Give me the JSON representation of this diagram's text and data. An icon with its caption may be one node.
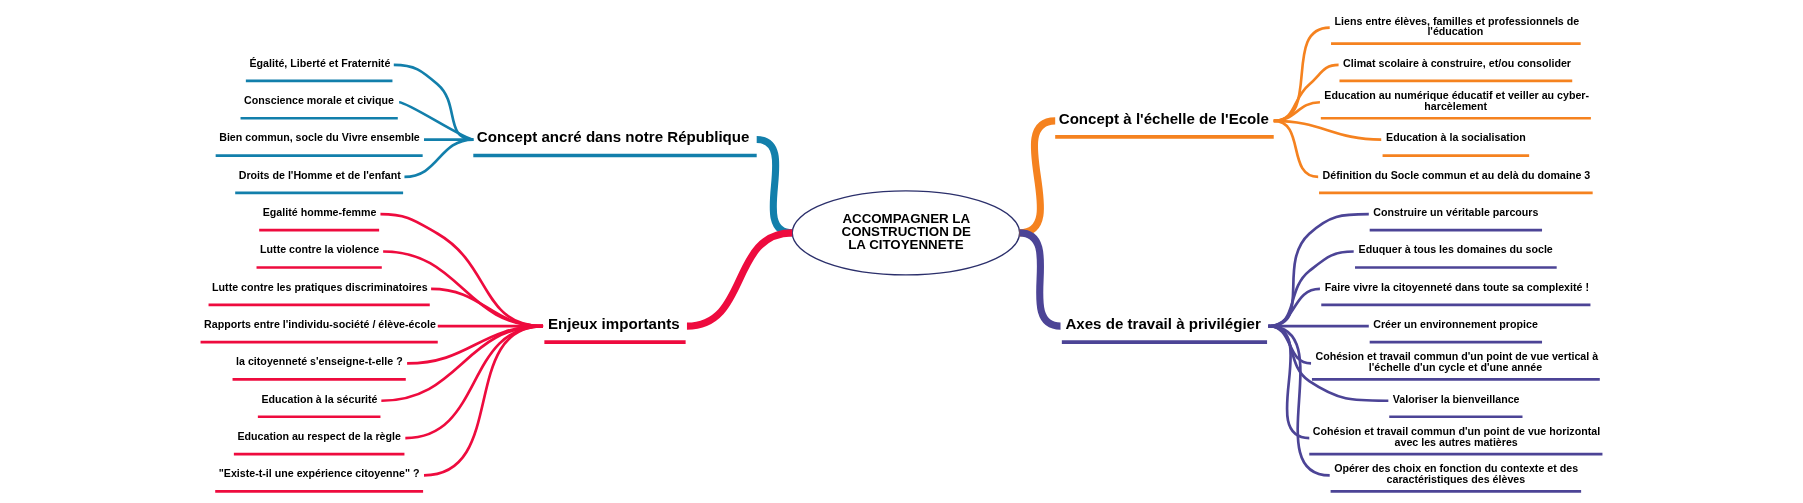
{
  "diagram": {
    "nodes": [
      {
        "text": [
          "ACCOMPAGNER LA CONSTRUCTION DE LA CITOYENNETE"
        ]
      },
      {
        "text": [
          "Concept ancré dans notre République"
        ]
      },
      {
        "text": [
          "Égalité, Liberté et Fraternité"
        ]
      },
      {
        "text": [
          "Conscience morale et civique"
        ]
      },
      {
        "text": [
          "Bien commun, socle du Vivre ensemble"
        ]
      },
      {
        "text": [
          "Droits de l'Homme et de l'enfant"
        ]
      },
      {
        "text": [
          "Concept à l'échelle de l'Ecole"
        ]
      },
      {
        "text": [
          "Liens entre élèves, familles et professionnels de l'éducation"
        ]
      },
      {
        "text": [
          "Climat scolaire à construire, et/ou consolider"
        ]
      },
      {
        "text": [
          "Education au numérique éducatif et veiller au cyber-harcèlement"
        ]
      },
      {
        "text": [
          "Education à la socialisation"
        ]
      },
      {
        "text": [
          "Définition du Socle commun et au delà du domaine 3"
        ]
      },
      {
        "text": [
          "Enjeux importants"
        ]
      },
      {
        "text": [
          "Egalité homme-femme"
        ]
      },
      {
        "text": [
          "Lutte contre la violence"
        ]
      },
      {
        "text": [
          "Lutte contre les pratiques discriminatoires"
        ]
      },
      {
        "text": [
          "Rapports entre l'individu-société / élève-école"
        ]
      },
      {
        "text": [
          "la citoyenneté s'enseigne-t-elle ?"
        ]
      },
      {
        "text": [
          "Education à la sécurité"
        ]
      },
      {
        "text": [
          "Education au respect de la règle"
        ]
      },
      {
        "text": [
          "\"Existe-t-il une expérience citoyenne\" ?"
        ]
      },
      {
        "text": [
          "Axes de travail à privilégier"
        ]
      },
      {
        "text": [
          "Construire un véritable parcours"
        ]
      },
      {
        "text": [
          "Eduquer à tous les domaines du socle"
        ]
      },
      {
        "text": [
          "Faire vivre la citoyenneté dans toute sa complexité !"
        ]
      },
      {
        "text": [
          "Créer un environnement propice"
        ]
      },
      {
        "text": [
          "Cohésion et travail commun d'un point de vue vertical à l'échelle d'un cycle et d'une année"
        ]
      },
      {
        "text": [
          "Valoriser la bienveillance"
        ]
      },
      {
        "text": [
          "Cohésion et travail commun d'un point de vue horizontal avec les autres matières"
        ]
      },
      {
        "text": [
          "Opérer des choix en fonction du contexte et des caractéristiques des élèves"
        ]
      }
    ],
    "edges": [
      {
        "from": 0,
        "to": 1,
        "arrow": "none",
        "style": "thick",
        "color": "#127fab"
      },
      {
        "from": 1,
        "to": 2,
        "arrow": "none",
        "color": "#127fab"
      },
      {
        "from": 1,
        "to": 3,
        "arrow": "none",
        "color": "#127fab"
      },
      {
        "from": 1,
        "to": 4,
        "arrow": "none",
        "color": "#127fab"
      },
      {
        "from": 1,
        "to": 5,
        "arrow": "none",
        "color": "#127fab"
      },
      {
        "from": 0,
        "to": 6,
        "arrow": "none",
        "style": "thick",
        "color": "#f5821f"
      },
      {
        "from": 6,
        "to": 7,
        "arrow": "none",
        "color": "#f5821f"
      },
      {
        "from": 6,
        "to": 8,
        "arrow": "none",
        "color": "#f5821f"
      },
      {
        "from": 6,
        "to": 9,
        "arrow": "none",
        "color": "#f5821f"
      },
      {
        "from": 6,
        "to": 10,
        "arrow": "none",
        "color": "#f5821f"
      },
      {
        "from": 6,
        "to": 11,
        "arrow": "none",
        "color": "#f5821f"
      },
      {
        "from": 0,
        "to": 12,
        "arrow": "none",
        "style": "thick",
        "color": "#ee0b3e"
      },
      {
        "from": 12,
        "to": 13,
        "arrow": "none",
        "color": "#ee0b3e"
      },
      {
        "from": 12,
        "to": 14,
        "arrow": "none",
        "color": "#ee0b3e"
      },
      {
        "from": 12,
        "to": 15,
        "arrow": "none",
        "color": "#ee0b3e"
      },
      {
        "from": 12,
        "to": 16,
        "arrow": "none",
        "color": "#ee0b3e"
      },
      {
        "from": 12,
        "to": 17,
        "arrow": "none",
        "color": "#ee0b3e"
      },
      {
        "from": 12,
        "to": 18,
        "arrow": "none",
        "color": "#ee0b3e"
      },
      {
        "from": 12,
        "to": 19,
        "arrow": "none",
        "color": "#ee0b3e"
      },
      {
        "from": 12,
        "to": 20,
        "arrow": "none",
        "color": "#ee0b3e"
      },
      {
        "from": 0,
        "to": 21,
        "arrow": "none",
        "style": "thick",
        "color": "#4c4496"
      },
      {
        "from": 21,
        "to": 22,
        "arrow": "none",
        "color": "#4c4496"
      },
      {
        "from": 21,
        "to": 23,
        "arrow": "none",
        "color": "#4c4496"
      },
      {
        "from": 21,
        "to": 24,
        "arrow": "none",
        "color": "#4c4496"
      },
      {
        "from": 21,
        "to": 25,
        "arrow": "none",
        "color": "#4c4496"
      },
      {
        "from": 21,
        "to": 26,
        "arrow": "none",
        "color": "#4c4496"
      },
      {
        "from": 21,
        "to": 27,
        "arrow": "none",
        "color": "#4c4496"
      },
      {
        "from": 21,
        "to": 28,
        "arrow": "none",
        "color": "#4c4496"
      },
      {
        "from": 21,
        "to": 29,
        "arrow": "none",
        "color": "#4c4496"
      }
    ]
  }
}
